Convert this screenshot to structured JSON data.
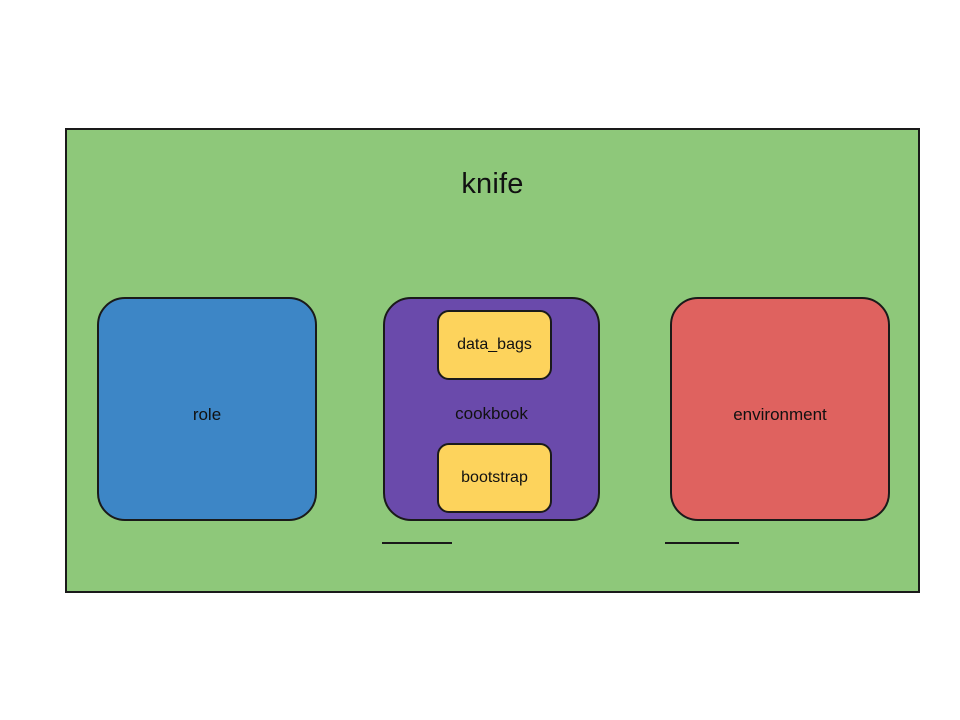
{
  "diagram": {
    "type": "nested-block-diagram",
    "background_color": "#ffffff",
    "group": {
      "title": "knife",
      "fill_color": "#8ec87a",
      "border_color": "#1a1a1a"
    },
    "nodes": [
      {
        "id": "role",
        "label": "role",
        "fill_color": "#3d86c6",
        "children": []
      },
      {
        "id": "cookbook",
        "label": "cookbook",
        "fill_color": "#6a4aab",
        "children": [
          {
            "id": "data_bags",
            "label": "data_bags",
            "fill_color": "#fdd35c"
          },
          {
            "id": "bootstrap",
            "label": "bootstrap",
            "fill_color": "#fdd35c"
          }
        ]
      },
      {
        "id": "environment",
        "label": "environment",
        "fill_color": "#df625f",
        "children": []
      }
    ],
    "connections": [
      {
        "from": "role",
        "to": "cookbook",
        "style": "straight-line"
      },
      {
        "from": "cookbook",
        "to": "environment",
        "style": "straight-line"
      }
    ]
  }
}
